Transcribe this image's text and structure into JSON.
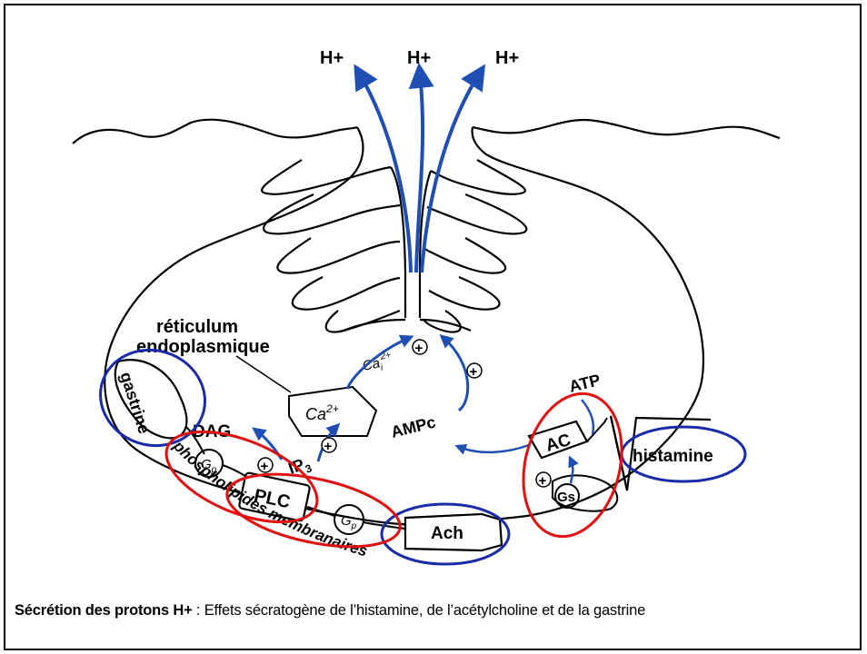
{
  "labels": {
    "h_plus": "H+",
    "reticulum_line1": "réticulum",
    "reticulum_line2": "endoplasmique",
    "gastrine": "gastrine",
    "dag": "DAG",
    "ip3": "IP",
    "ip3_sub": "3",
    "ca_box": "Ca",
    "ca_box_sup": "2+",
    "cai": "Ca",
    "cai_sub": "i",
    "cai_sup": "2+",
    "gp": "G",
    "gp_sub": "p",
    "plc": "PLC",
    "ach": "Ach",
    "membrane": "phospholipides membranaires",
    "ampc": "AMPc",
    "atp": "ATP",
    "ac": "AC",
    "gs": "Gs",
    "histamine": "histamine",
    "plus": "+"
  },
  "caption": {
    "bold": "Sécrétion des protons H+",
    "rest": " : Effets sécratogène de l’histamine, de l’acétylcholine et de la gastrine"
  },
  "colors": {
    "arrow": "#1f4fb3",
    "receptor_circle": "#1a2aa8",
    "enzyme_circle": "#e01010",
    "line": "#000000"
  }
}
